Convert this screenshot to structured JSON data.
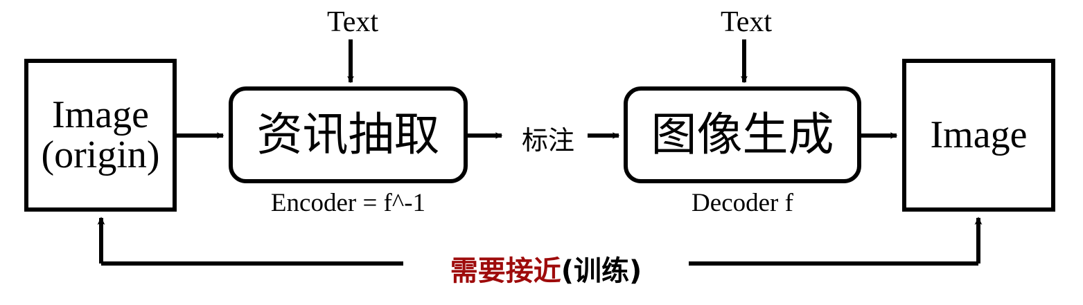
{
  "diagram": {
    "title": "Image-to-Text-to-Image autoencoder loop",
    "colors": {
      "stroke": "#000000",
      "background": "#ffffff",
      "highlight_red": "#9e0b0b"
    },
    "nodes": {
      "image_origin": {
        "line1": "Image",
        "line2": "(origin)",
        "shape": "rectangle"
      },
      "encoder": {
        "label": "资讯抽取",
        "caption": "Encoder = f^-1",
        "shape": "rounded-rectangle"
      },
      "decoder": {
        "label": "图像生成",
        "caption": "Decoder f",
        "shape": "rounded-rectangle"
      },
      "image_output": {
        "label": "Image",
        "shape": "rectangle"
      }
    },
    "edges": {
      "image_to_encoder": {
        "label": ""
      },
      "encoder_to_decoder": {
        "label": "标注"
      },
      "decoder_to_image": {
        "label": ""
      },
      "text_into_encoder": {
        "label": "Text"
      },
      "text_into_decoder": {
        "label": "Text"
      },
      "feedback_loop": {
        "label_red": "需要接近",
        "label_black": "(训练)"
      }
    }
  }
}
